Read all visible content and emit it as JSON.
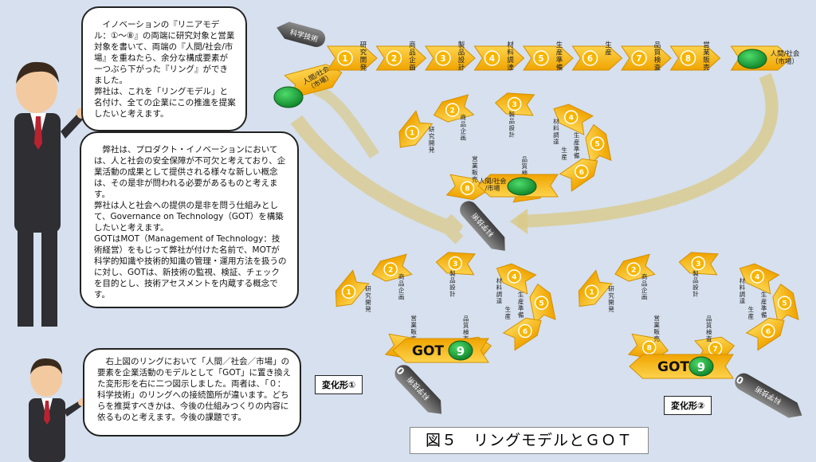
{
  "bubbles": {
    "top": "イノベーションの『リニアモデル：①〜⑧』の両端に研究対象と営業対象を書いて、両端の『人間/社会/市場』を重ねたら、余分な構成要素が一つぶら下がった『リング』ができました。\n弊社は、これを「リングモデル」と名付け、全ての企業にこの推進を提案したいと考えます。",
    "middle": "弊社は、プロダクト・イノベーションにおいては、人と社会の安全保障が不可欠と考えており、企業活動の成果として提供される様々な新しい概念は、その是非が問われる必要があるものと考えます。\n弊社は人と社会への提供の是非を問う仕組みとして、Governance on Technology（GOT）を構築したいと考えます。\nGOTはMOT（Management of Technology：技術経営）をもじって弊社が付けた名前で、MOTが科学的知識や技術的知識の管理・運用方法を扱うのに対し、GOTは、新技術の監視、検証、チェックを目的とし、技術アセスメントを内蔵する概念です。",
    "bottom": "右上図のリングにおいて「人間／社会／市場」の要素を企業活動のモデルとして「GOT」に置き換えた変形形を右に二つ図示しました。両者は、「０：科学技術」のリングへの接続箇所が違います。どちらを推奨すべきかは、今後の仕組みつくりの内容に依るものと考えます。今後の課題です。"
  },
  "linear": {
    "start": "科学技術",
    "human_left": "人間/社会\n（市場）",
    "human_right": "人間/社会\n（市場）",
    "steps": [
      {
        "num": "1",
        "label": "研究開発"
      },
      {
        "num": "2",
        "label": "商品企画"
      },
      {
        "num": "3",
        "label": "製品設計"
      },
      {
        "num": "4",
        "label": "材料調達"
      },
      {
        "num": "5",
        "label": "生産準備"
      },
      {
        "num": "6",
        "label": "生産"
      },
      {
        "num": "7",
        "label": "品質検査"
      },
      {
        "num": "8",
        "label": "営業販売"
      }
    ]
  },
  "ring": {
    "center": "人間/社会\n/市場",
    "feed": "科学技術",
    "steps": [
      "研究開発",
      "商品企画",
      "製品設計",
      "材料調達",
      "生産準備",
      "生産",
      "品質検査",
      "営業販売"
    ]
  },
  "variants": {
    "got_text": "GOT",
    "got_num": "9",
    "feed": "科学技術",
    "feed_num": "0",
    "label1": "変化形①",
    "label2": "変化形②"
  },
  "figure_title": "図５　リングモデルとＧＯＴ",
  "colors": {
    "arrow": "#f5b400",
    "arrow_edge": "#d48f00",
    "green": "#1aa63a",
    "grey": "#6d6d6d",
    "beige": "#d9c98a"
  }
}
